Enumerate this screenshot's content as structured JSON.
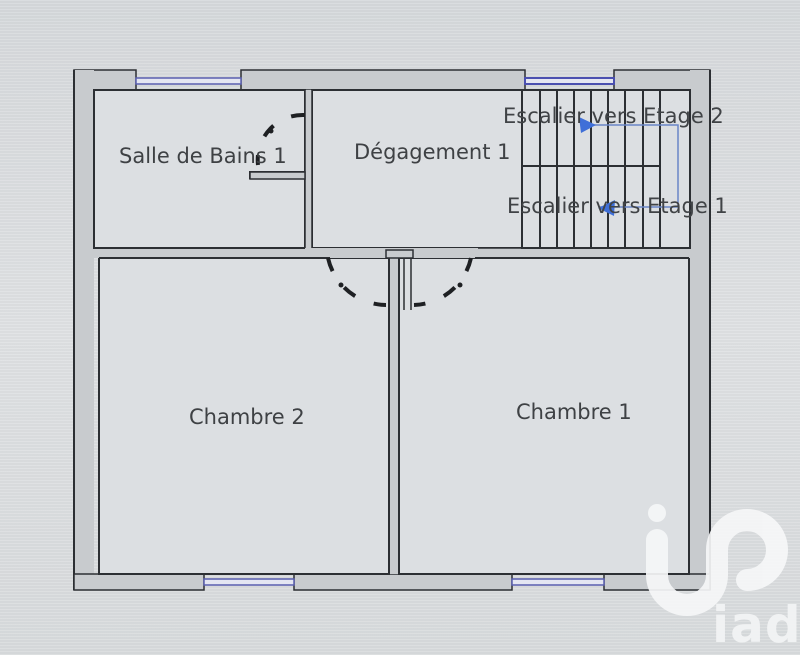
{
  "floorplan": {
    "rooms": [
      {
        "id": "salle-de-bains-1",
        "label": "Salle de Bains 1"
      },
      {
        "id": "degagement-1",
        "label": "Dégagement 1"
      },
      {
        "id": "chambre-2",
        "label": "Chambre 2"
      },
      {
        "id": "chambre-1",
        "label": "Chambre 1"
      }
    ],
    "stairs": [
      {
        "id": "stairs-up",
        "label": "Escalier vers Etage 2",
        "direction": "up"
      },
      {
        "id": "stairs-down",
        "label": "Escalier vers Etage 1",
        "direction": "down"
      }
    ],
    "colors": {
      "wall_fill": "#c9cccf",
      "wall_stroke": "#2c2f33",
      "window": "#5a5fb0",
      "stair_arrow": "#3f6fd8",
      "room_fill": "#dcdfe2",
      "label": "#3e4144"
    }
  },
  "watermark": {
    "brand": "iad",
    "icon": "iad-logo-icon"
  }
}
